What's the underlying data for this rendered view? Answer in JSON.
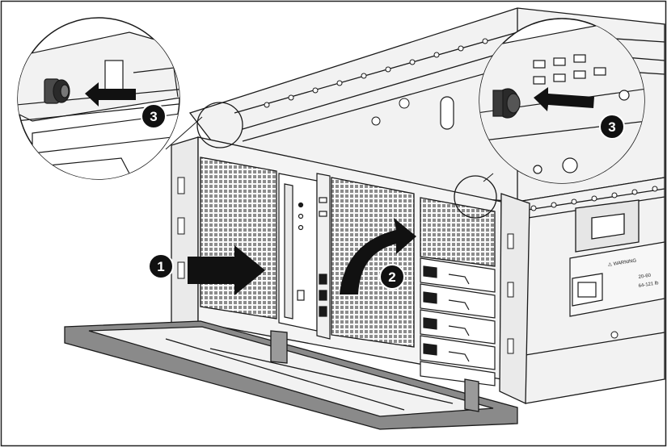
{
  "steps": [
    {
      "number": "1",
      "action": "push-arrow"
    },
    {
      "number": "2",
      "action": "rotate-arrow"
    },
    {
      "number": "3",
      "action": "push-arrow"
    },
    {
      "number": "3",
      "action": "push-arrow"
    }
  ],
  "label_panel": {
    "heading": "⚠ WARNING",
    "lines": [
      "20-60",
      "64-121 lb"
    ]
  },
  "colors": {
    "line": "#1a1a1a",
    "metal": "#f2f2f2",
    "metal_dark": "#cfcfcf",
    "bezel": "#8a8a8a",
    "arrow": "#111111",
    "badge": "#111111",
    "badge_text": "#ffffff"
  }
}
